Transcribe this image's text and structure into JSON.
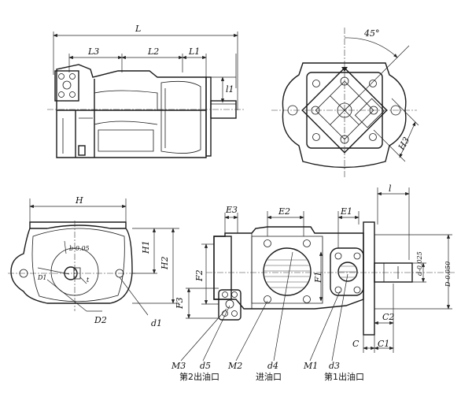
{
  "labels": {
    "L": "L",
    "L3": "L3",
    "L2": "L2",
    "L1": "L1",
    "l1": "l1",
    "angle": "45°",
    "H3": "H3",
    "H": "H",
    "H1": "H1",
    "H2": "H2",
    "b": "b-0.05",
    "t": "t",
    "D1": "D1",
    "D2": "D2",
    "d1": "d1",
    "E3": "E3",
    "E2": "E2",
    "E1": "E1",
    "l": "l",
    "F2": "F2",
    "F1": "F1",
    "F3": "F3",
    "d_tol": "d-0.025",
    "D_tol": "D-0.050",
    "C2": "C2",
    "C": "C",
    "C1": "C1",
    "M3": "M3",
    "d5": "d5",
    "M2": "M2",
    "d4": "d4",
    "M1": "M1",
    "d3": "d3"
  },
  "ports": {
    "outlet2": "第2出油口",
    "inlet": "进油口",
    "outlet1": "第1出油口"
  }
}
